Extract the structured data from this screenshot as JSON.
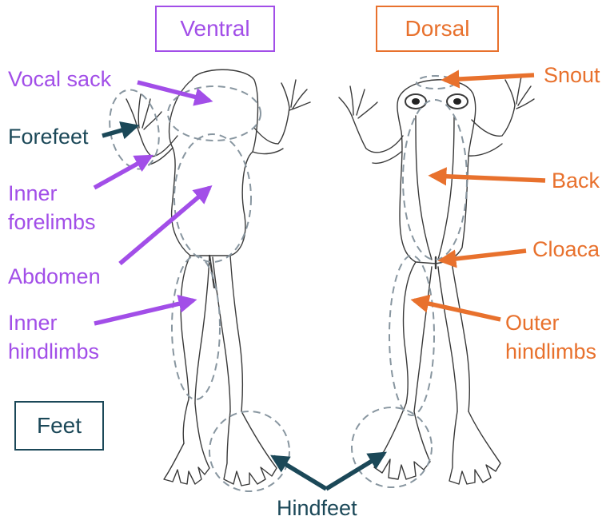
{
  "colors": {
    "ventral": "#a24ee8",
    "dorsal": "#e8712d",
    "neutral": "#1b4858",
    "outline": "#3a3a3a",
    "dashed": "#8896a0"
  },
  "headers": {
    "ventral": "Ventral",
    "dorsal": "Dorsal",
    "feet": "Feet"
  },
  "labels": {
    "vocal_sack": "Vocal sack",
    "forefeet": "Forefeet",
    "inner_forelimbs": [
      "Inner",
      "forelimbs"
    ],
    "abdomen": "Abdomen",
    "inner_hindlimbs": [
      "Inner",
      "hindlimbs"
    ],
    "snout": "Snout",
    "back": "Back",
    "cloaca": "Cloaca",
    "outer_hindlimbs": [
      "Outer",
      "hindlimbs"
    ],
    "hindfeet": "Hindfeet"
  },
  "icons": [
    "frog-ventral-drawing",
    "frog-dorsal-drawing",
    "arrow"
  ]
}
